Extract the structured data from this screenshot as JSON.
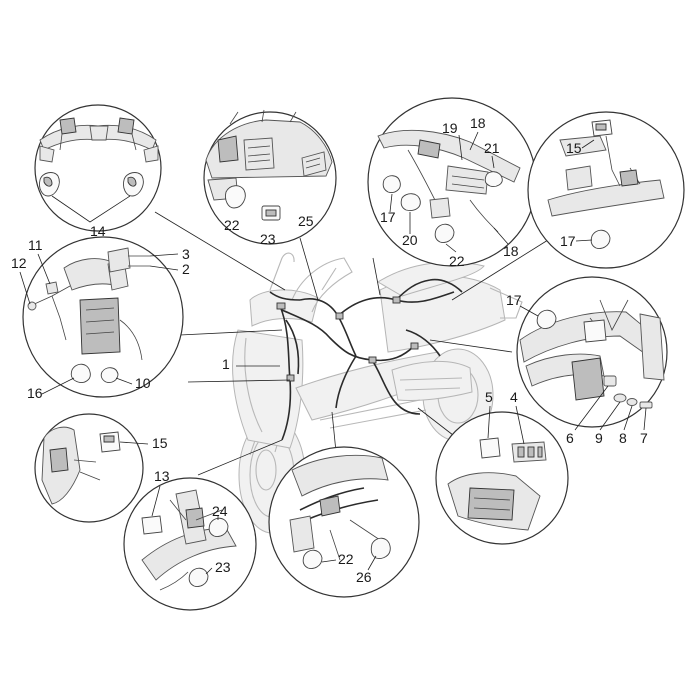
{
  "callouts": {
    "c1": "1",
    "c2": "2",
    "c3": "3",
    "c4": "4",
    "c5": "5",
    "c6": "6",
    "c7": "7",
    "c8": "8",
    "c9": "9",
    "c10": "10",
    "c11": "11",
    "c12": "12",
    "c13": "13",
    "c14": "14",
    "c15a": "15",
    "c15b": "15",
    "c16": "16",
    "c17a": "17",
    "c17b": "17",
    "c17c": "17",
    "c18a": "18",
    "c18b": "18",
    "c19": "19",
    "c20": "20",
    "c21": "21",
    "c22a": "22",
    "c22b": "22",
    "c22c": "22",
    "c23a": "23",
    "c23b": "23",
    "c24": "24",
    "c25": "25",
    "c26": "26"
  }
}
